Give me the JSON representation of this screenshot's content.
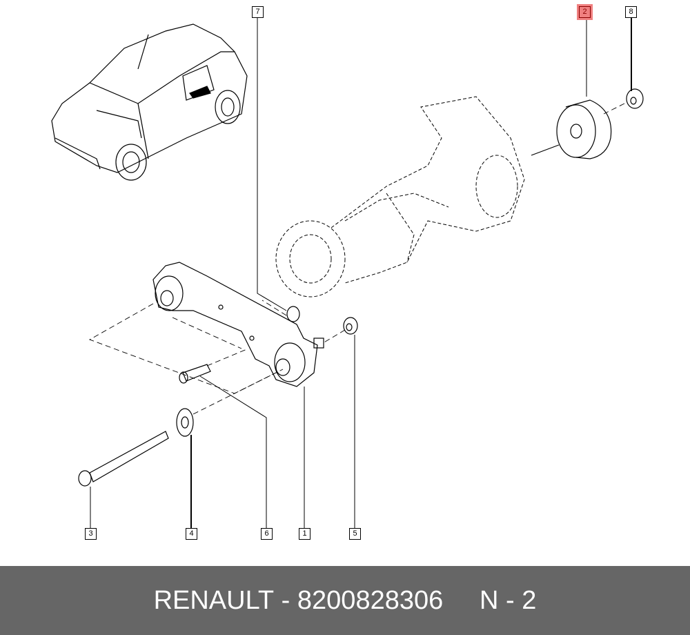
{
  "diagram": {
    "callouts": [
      {
        "label": "7",
        "highlighted": false
      },
      {
        "label": "2",
        "highlighted": true
      },
      {
        "label": "8",
        "highlighted": false
      },
      {
        "label": "3",
        "highlighted": false
      },
      {
        "label": "4",
        "highlighted": false
      },
      {
        "label": "6",
        "highlighted": false
      },
      {
        "label": "1",
        "highlighted": false
      },
      {
        "label": "5",
        "highlighted": false
      }
    ],
    "highlight_color": "#f08080"
  },
  "footer": {
    "brand": "RENAULT",
    "part_number": "8200828306",
    "position": "N - 2",
    "background": "#666666"
  }
}
